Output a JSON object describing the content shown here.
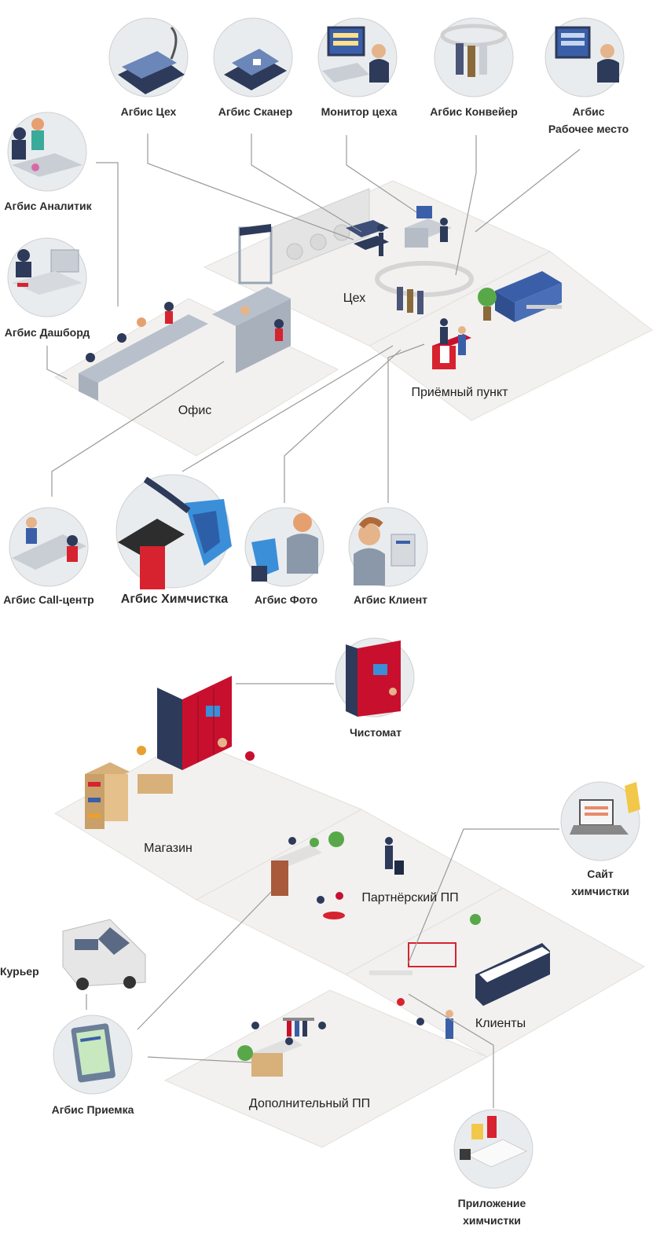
{
  "colors": {
    "floor": "#f1f0ee",
    "floor_edge": "#e3e1de",
    "accent_red": "#d6232f",
    "navy": "#2d3a5a",
    "blue": "#3a5fa8",
    "line": "#9a9a9a"
  },
  "top_modules": {
    "ceh": "Агбис Цех",
    "scanner": "Агбис Сканер",
    "monitor": "Монитор цеха",
    "conveyor": "Агбис Конвейер",
    "workplace": [
      "Агбис",
      "Рабочее место"
    ]
  },
  "left_modules": {
    "analytic": "Агбис Аналитик",
    "dashboard": "Агбис Дашборд"
  },
  "zones_top": {
    "ceh": "Цех",
    "office": "Офис",
    "reception": "Приёмный пункт"
  },
  "bottom_modules": {
    "callcenter": "Агбис Call-центр",
    "drycleaning": "Агбис Химчистка",
    "photo": "Агбис Фото",
    "client": "Агбис Клиент"
  },
  "zones_bottom": {
    "chistomat": "Чистомат",
    "shop": "Магазин",
    "partner": "Партнёрский ПП",
    "site": [
      "Сайт",
      "химчистки"
    ],
    "courier": "Курьер",
    "clients": "Клиенты",
    "priemka": "Агбис Приемка",
    "additional": "Дополнительный ПП",
    "app": [
      "Приложение",
      "химчистки"
    ]
  },
  "icons": [
    "ceh-icon",
    "scanner-icon",
    "monitor-icon",
    "conveyor-icon",
    "workplace-icon",
    "analytic-icon",
    "dashboard-icon",
    "callcenter-icon",
    "drycleaning-icon",
    "photo-icon",
    "client-icon",
    "chistomat-icon",
    "site-icon",
    "van-icon",
    "tablet-icon",
    "app-icon"
  ]
}
